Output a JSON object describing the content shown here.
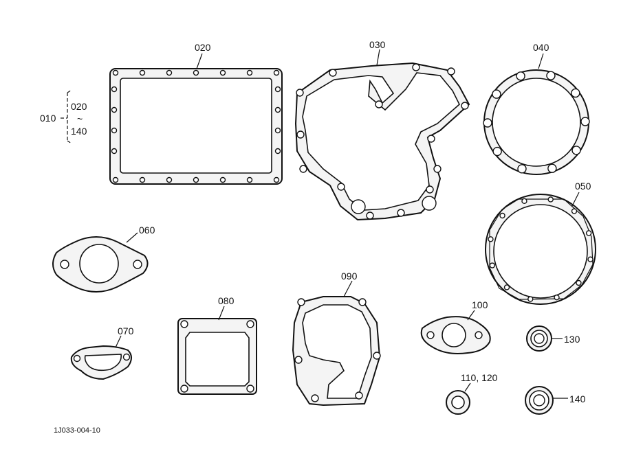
{
  "diagram": {
    "ref_code": "1J033-004-10",
    "group": {
      "label": "010",
      "range_start": "020",
      "range_sep": "~",
      "range_end": "140"
    },
    "parts": [
      {
        "id": "020"
      },
      {
        "id": "030"
      },
      {
        "id": "040"
      },
      {
        "id": "050"
      },
      {
        "id": "060"
      },
      {
        "id": "070"
      },
      {
        "id": "080"
      },
      {
        "id": "090"
      },
      {
        "id": "100"
      },
      {
        "id": "110, 120"
      },
      {
        "id": "130"
      },
      {
        "id": "140"
      }
    ]
  }
}
